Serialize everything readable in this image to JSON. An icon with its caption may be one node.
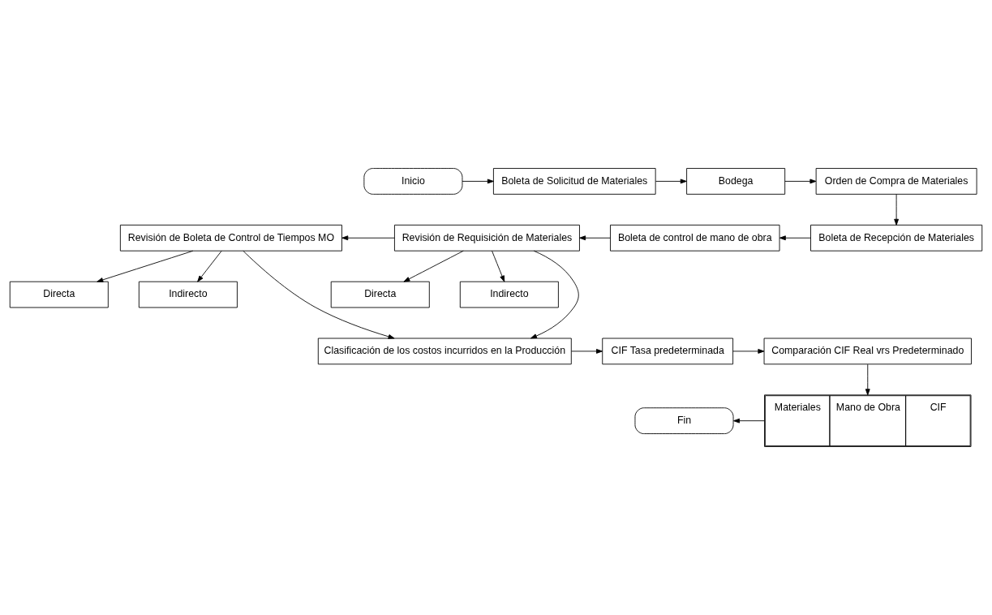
{
  "diagram": {
    "nodes": [
      {
        "text": [
          "Inicio"
        ]
      },
      {
        "text": [
          "Boleta de Solicitud de Materiales"
        ]
      },
      {
        "text": [
          "Bodega"
        ]
      },
      {
        "text": [
          "Orden de Compra de Materiales"
        ]
      },
      {
        "text": [
          "Boleta de Recepción de Materiales"
        ]
      },
      {
        "text": [
          "Boleta de control de mano de obra"
        ]
      },
      {
        "text": [
          "Revisión de Requisición de Materiales"
        ]
      },
      {
        "text": [
          "Revisión de Boleta de Control de Tiempos MO"
        ]
      },
      {
        "text": [
          "Directa"
        ]
      },
      {
        "text": [
          "Indirecto"
        ]
      },
      {
        "text": [
          "Directa"
        ]
      },
      {
        "text": [
          "Indirecto"
        ]
      },
      {
        "text": [
          "Clasificación de los costos incurridos en la Producción"
        ]
      },
      {
        "text": [
          "CIF Tasa predeterminada"
        ]
      },
      {
        "text": [
          "Comparación CIF Real vrs Predeterminado"
        ]
      },
      {
        "text": [
          "Materiales",
          "Mano de Obra",
          "CIF"
        ]
      },
      {
        "text": [
          "Fin"
        ]
      }
    ],
    "edges": [
      {
        "from": 0,
        "to": 1,
        "arrow": "to"
      },
      {
        "from": 1,
        "to": 2,
        "arrow": "to"
      },
      {
        "from": 2,
        "to": 3,
        "arrow": "to"
      },
      {
        "from": 3,
        "to": 4,
        "arrow": "to"
      },
      {
        "from": 4,
        "to": 5,
        "arrow": "to"
      },
      {
        "from": 5,
        "to": 6,
        "arrow": "to"
      },
      {
        "from": 6,
        "to": 7,
        "arrow": "to"
      },
      {
        "from": 7,
        "to": 8,
        "arrow": "to"
      },
      {
        "from": 7,
        "to": 9,
        "arrow": "to"
      },
      {
        "from": 6,
        "to": 10,
        "arrow": "to"
      },
      {
        "from": 6,
        "to": 11,
        "arrow": "to"
      },
      {
        "from": 7,
        "to": 12,
        "arrow": "to"
      },
      {
        "from": 6,
        "to": 12,
        "arrow": "to"
      },
      {
        "from": 12,
        "to": 13,
        "arrow": "to"
      },
      {
        "from": 13,
        "to": 14,
        "arrow": "to"
      },
      {
        "from": 14,
        "to": 15,
        "arrow": "to"
      },
      {
        "from": 15,
        "to": 16,
        "arrow": "to"
      }
    ]
  }
}
